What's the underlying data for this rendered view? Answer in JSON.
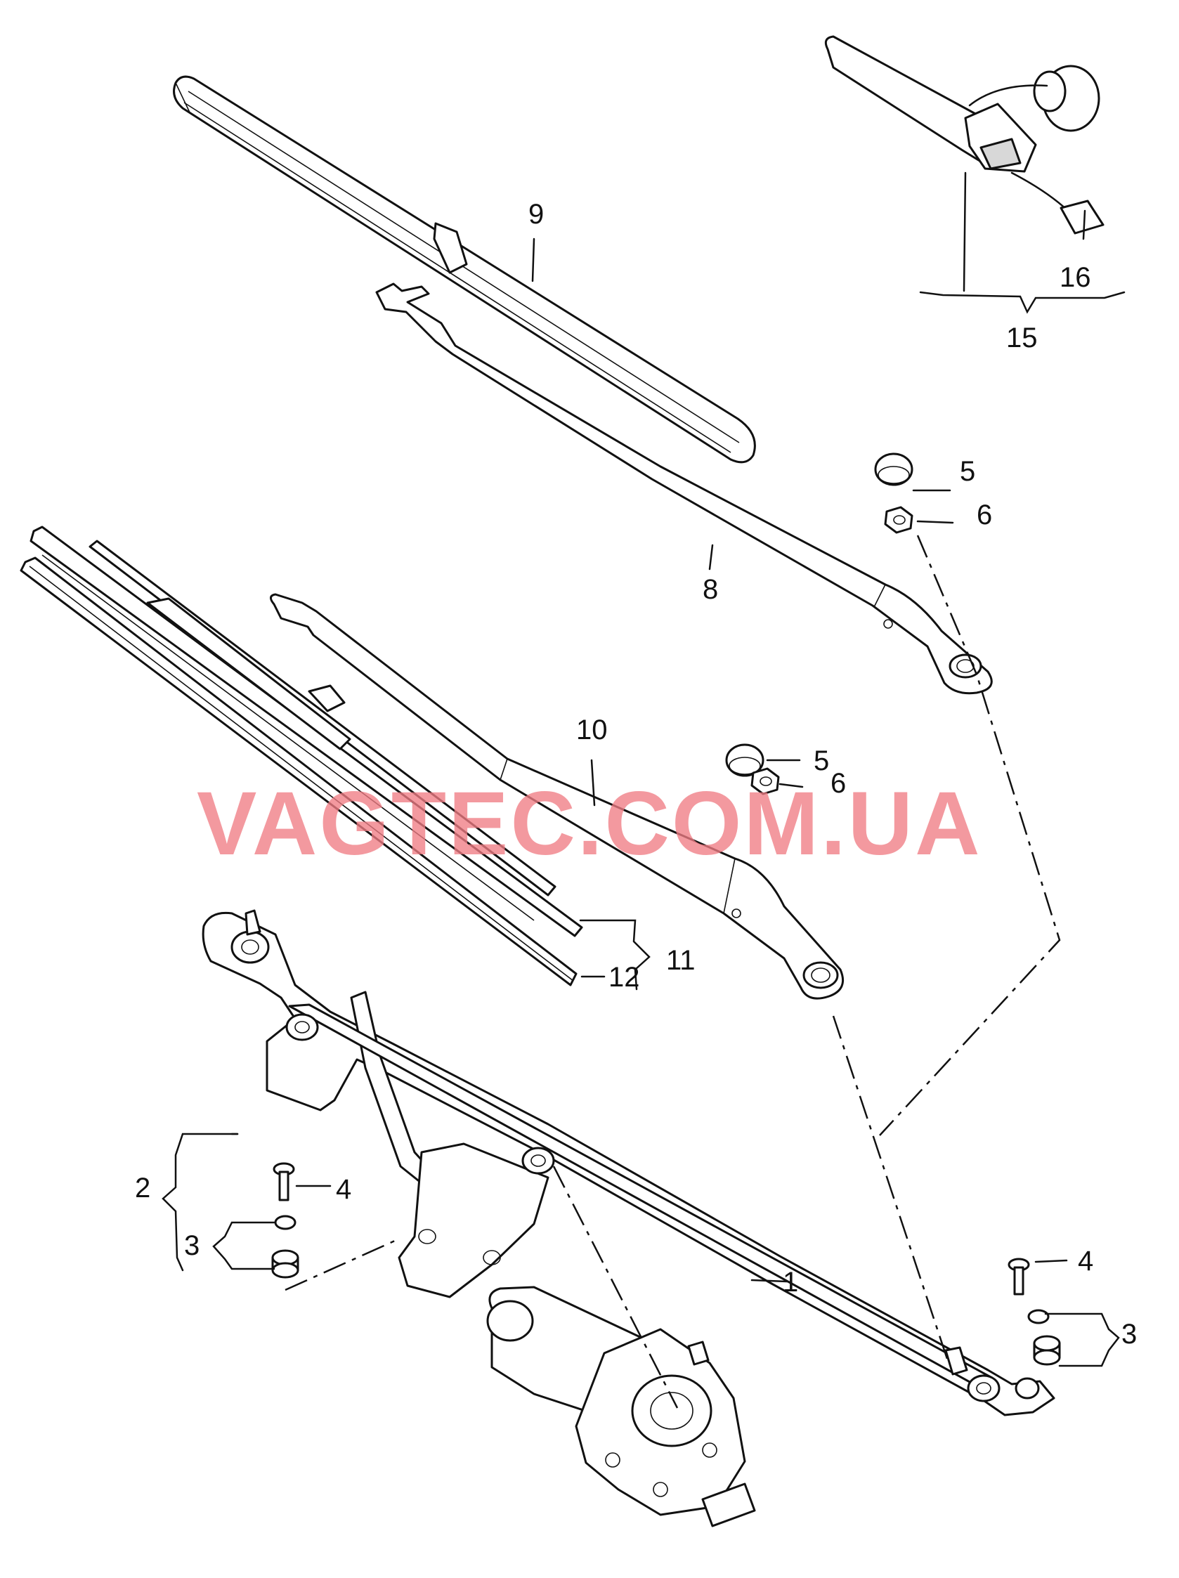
{
  "watermark": "VAGTEC.COM.UA",
  "callouts": {
    "c1": "1",
    "c2": "2",
    "c3_left": "3",
    "c3_right": "3",
    "c4_left": "4",
    "c4_right": "4",
    "c5_top": "5",
    "c5_mid": "5",
    "c6_top": "6",
    "c6_mid": "6",
    "c8": "8",
    "c9": "9",
    "c10": "10",
    "c11": "11",
    "c12": "12",
    "c15": "15",
    "c16": "16"
  },
  "colors": {
    "line": "#111111",
    "watermark": "#f07c84",
    "background": "#ffffff"
  }
}
